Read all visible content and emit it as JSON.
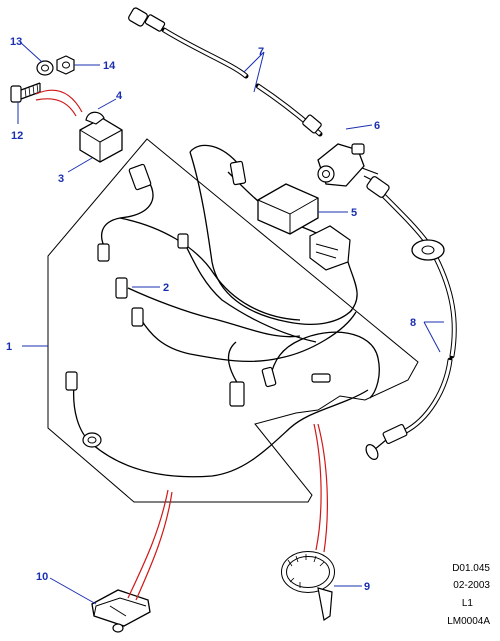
{
  "callouts": [
    {
      "id": "1",
      "label": "1"
    },
    {
      "id": "2",
      "label": "2"
    },
    {
      "id": "3",
      "label": "3"
    },
    {
      "id": "4",
      "label": "4"
    },
    {
      "id": "5",
      "label": "5"
    },
    {
      "id": "6",
      "label": "6"
    },
    {
      "id": "7",
      "label": "7"
    },
    {
      "id": "8",
      "label": "8"
    },
    {
      "id": "9",
      "label": "9"
    },
    {
      "id": "10",
      "label": "10"
    },
    {
      "id": "12",
      "label": "12"
    },
    {
      "id": "13",
      "label": "13"
    },
    {
      "id": "14",
      "label": "14"
    }
  ],
  "info_block": {
    "ref": "D01.045",
    "date": "02-2003",
    "level": "L1",
    "code": "LM0004A"
  },
  "colors": {
    "callout": "#1a2fb0",
    "linkage": "#d01818",
    "line": "#000000"
  }
}
